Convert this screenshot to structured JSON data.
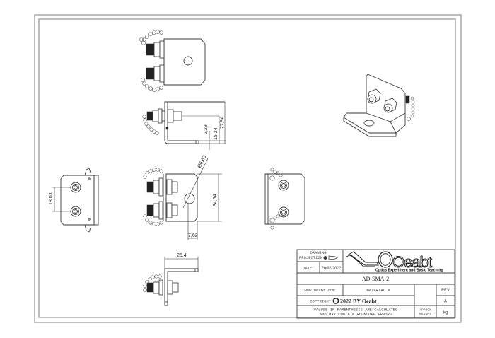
{
  "drawing": {
    "part_number": "AD-SMA-2",
    "dimensions": {
      "top_view_spacing": "18,03",
      "side_offset_small": "2,29",
      "side_height_mid": "15,24",
      "side_height_total": "27,94",
      "hole_diameter": "Ø6,63",
      "front_height": "34,54",
      "front_hole_offset": "7,62",
      "bottom_width": "25,4"
    }
  },
  "title_block": {
    "projection_label_line1": "DRAWING",
    "projection_label_line2": "PROJECTION",
    "date_label": "DATE",
    "date_value": "20/02/2022",
    "logo_text": "Oeabt",
    "logo_subtitle": "Optics Experiment and Basic Teaching",
    "part_title": "AD-SMA-2",
    "website": "www.Oeabt.com",
    "material_label": "MATERIAL #",
    "rev_label": "REV",
    "rev_value": "A",
    "copyright_label": "COPYRIGHT",
    "copyright_text": "2022 BY Oeabt",
    "note_line1": "VALUSE IN PARENTHESIS ARE CALCULATED",
    "note_line2": "AND MAY CONTAIN ROUNDOFF ERRORS",
    "weight_label_line1": "APPROX",
    "weight_label_line2": "WEIGHT",
    "weight_unit": "kg"
  }
}
